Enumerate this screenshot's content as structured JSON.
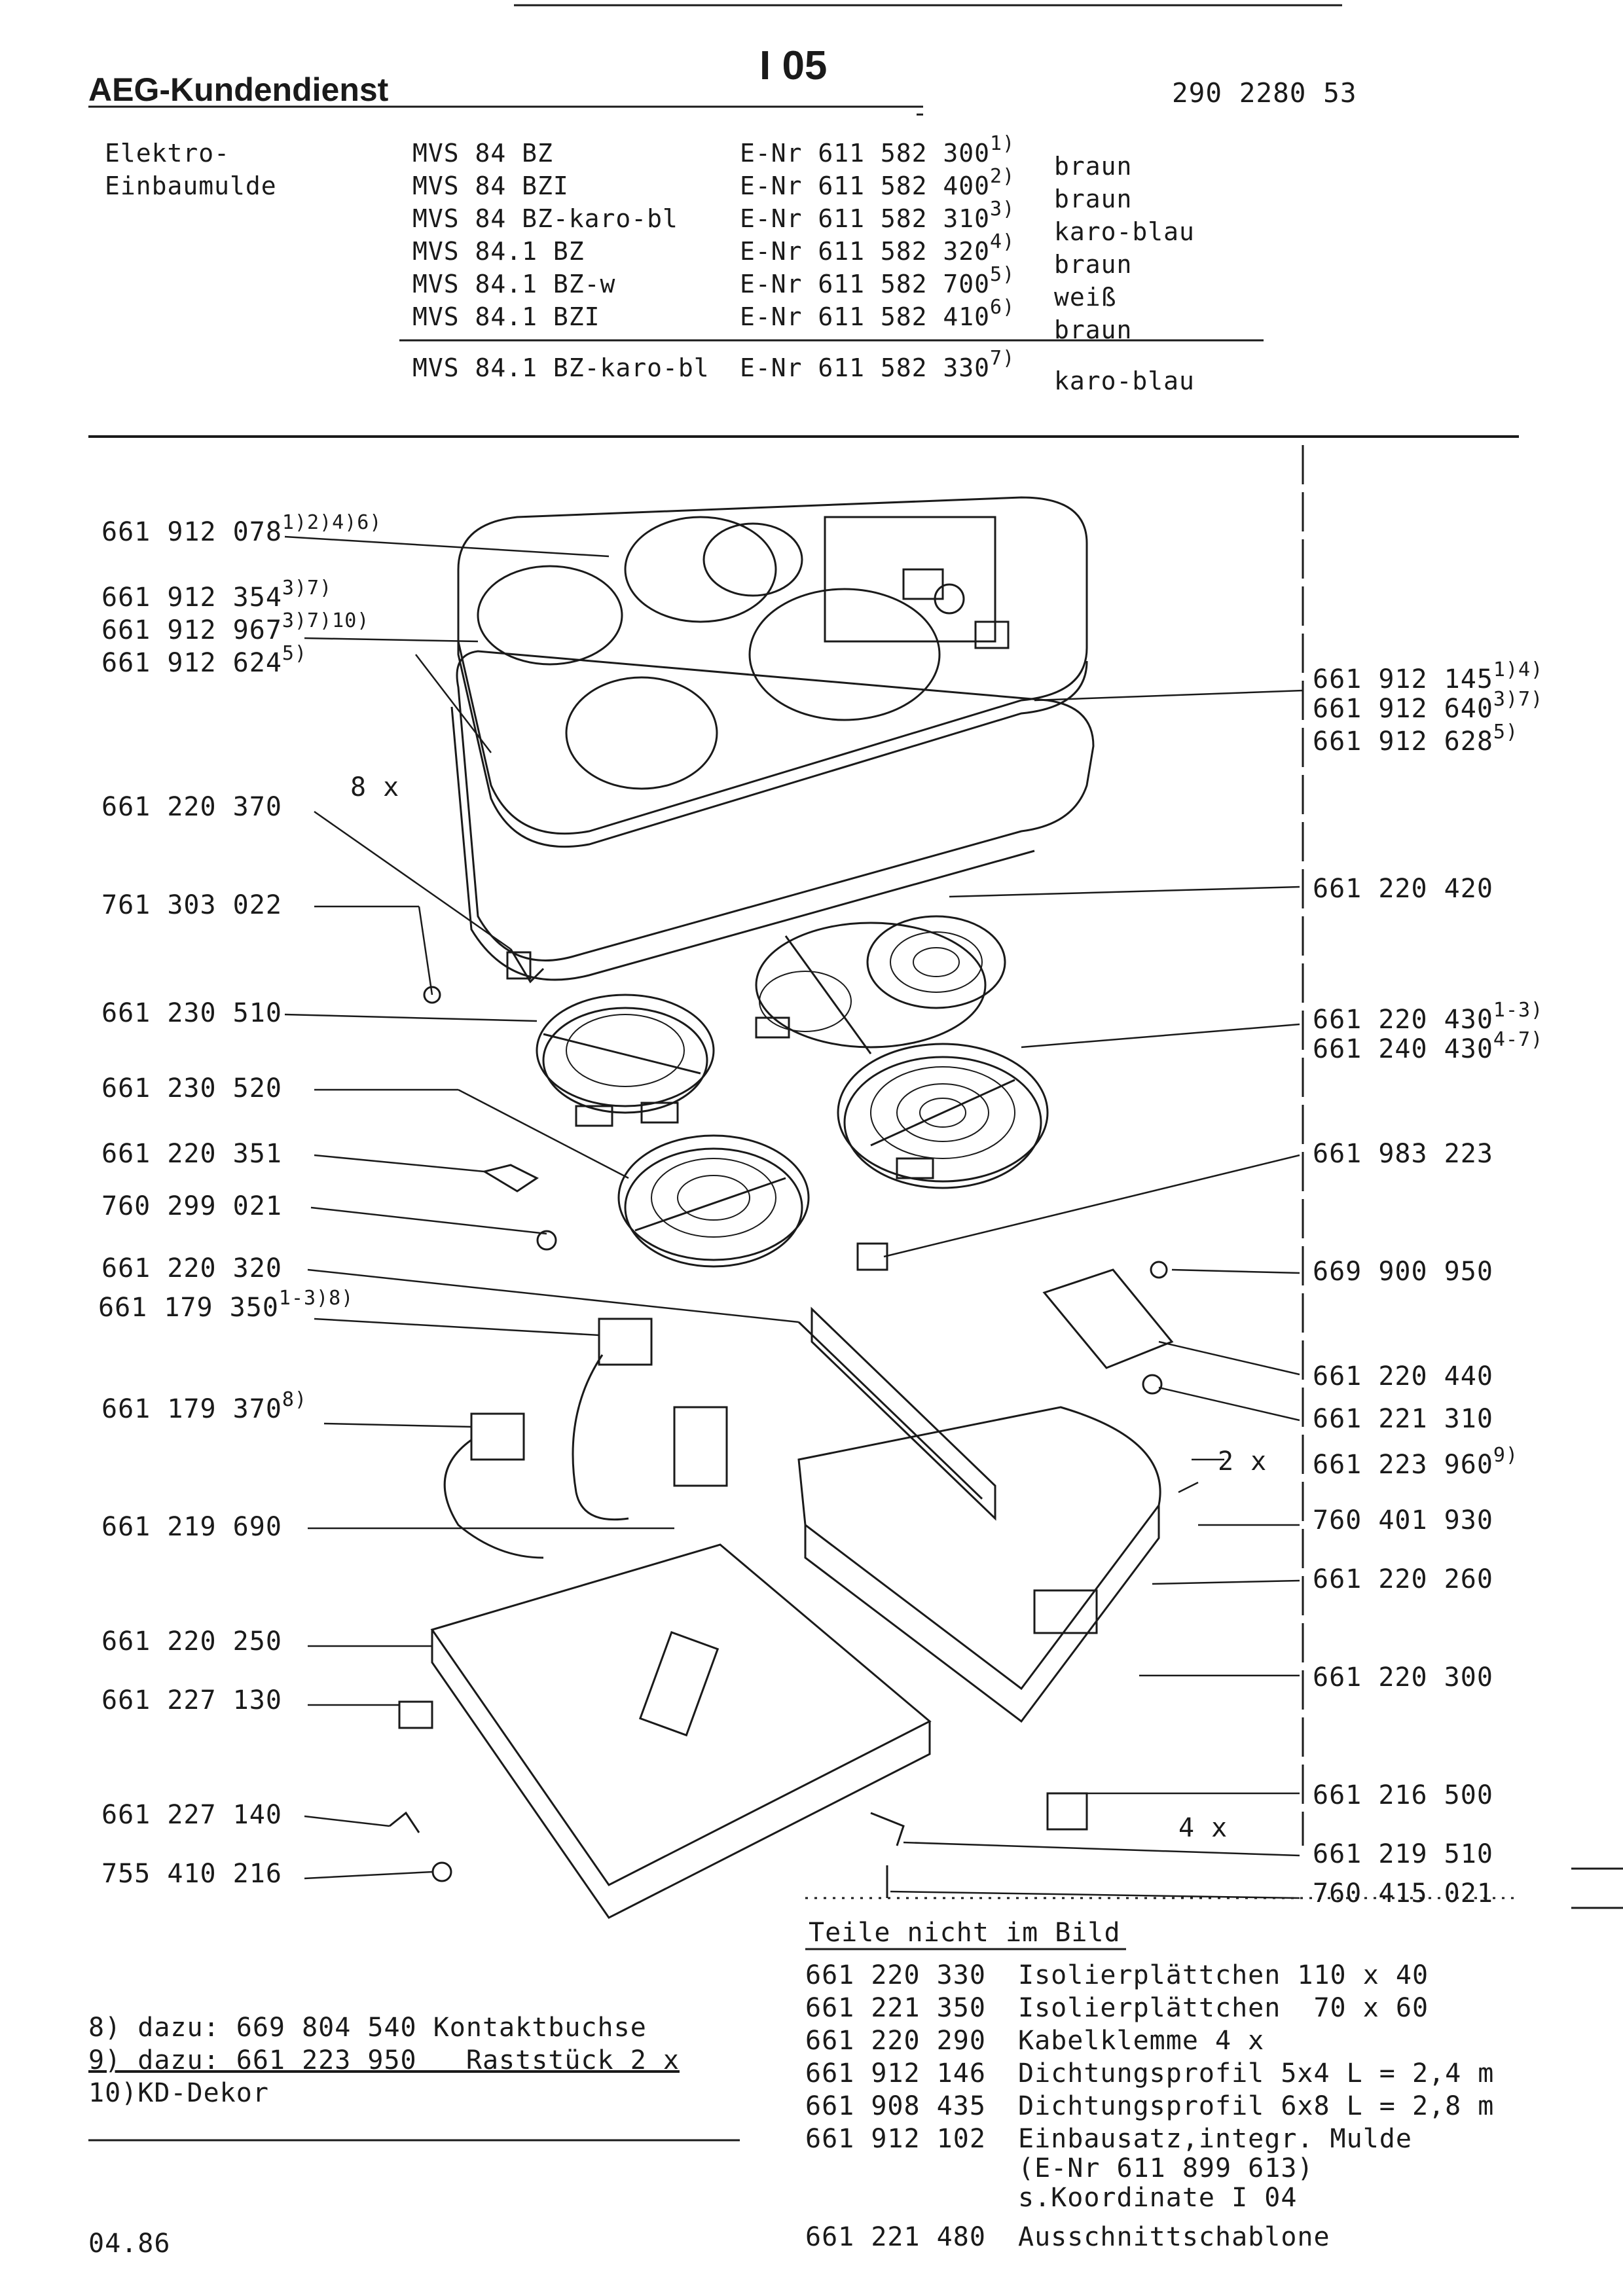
{
  "header": {
    "brand": "AEG-Kundendienst",
    "page_code": "I 05",
    "doc_number": "290 2280 53"
  },
  "product": {
    "type_line1": "Elektro-",
    "type_line2": "Einbaumulde",
    "models": [
      {
        "model": "MVS 84 BZ",
        "enr": "E-Nr 611 582 300",
        "ref": "1)",
        "color": "braun"
      },
      {
        "model": "MVS 84 BZI",
        "enr": "E-Nr 611 582 400",
        "ref": "2)",
        "color": "braun"
      },
      {
        "model": "MVS 84 BZ-karo-bl",
        "enr": "E-Nr 611 582 310",
        "ref": "3)",
        "color": "karo-blau"
      },
      {
        "model": "MVS 84.1 BZ",
        "enr": "E-Nr 611 582 320",
        "ref": "4)",
        "color": "braun"
      },
      {
        "model": "MVS 84.1 BZ-w",
        "enr": "E-Nr 611 582 700",
        "ref": "5)",
        "color": "weiß"
      },
      {
        "model": "MVS 84.1 BZI",
        "enr": "E-Nr 611 582 410",
        "ref": "6)",
        "color": "braun"
      },
      {
        "model": "MVS 84.1 BZ-karo-bl",
        "enr": "E-Nr 611 582 330",
        "ref": "7)",
        "color": "karo-blau"
      }
    ]
  },
  "left_callouts": [
    {
      "code": "661 912 078",
      "ref": "1)2)4)6)"
    },
    {
      "code": "661 912 354",
      "ref": "3)7)"
    },
    {
      "code": "661 912 967",
      "ref": "3)7)10)"
    },
    {
      "code": "661 912 624",
      "ref": "5)"
    },
    {
      "code": "661 220 370",
      "ref": ""
    },
    {
      "code": "761 303 022",
      "ref": ""
    },
    {
      "code": "661 230 510",
      "ref": ""
    },
    {
      "code": "661 230 520",
      "ref": ""
    },
    {
      "code": "661 220 351",
      "ref": ""
    },
    {
      "code": "760 299 021",
      "ref": ""
    },
    {
      "code": "661 220 320",
      "ref": ""
    },
    {
      "code": "661 179 350",
      "ref": "1-3)8)"
    },
    {
      "code": "661 179 370",
      "ref": "8)"
    },
    {
      "code": "661 219 690",
      "ref": ""
    },
    {
      "code": "661 220 250",
      "ref": ""
    },
    {
      "code": "661 227 130",
      "ref": ""
    },
    {
      "code": "661 227 140",
      "ref": ""
    },
    {
      "code": "755 410 216",
      "ref": ""
    }
  ],
  "right_callouts": [
    {
      "code": "661 912 145",
      "ref": "1)4)"
    },
    {
      "code": "661 912 640",
      "ref": "3)7)"
    },
    {
      "code": "661 912 628",
      "ref": "5)"
    },
    {
      "code": "661 220 420",
      "ref": ""
    },
    {
      "code": "661 220 430",
      "ref": "1-3)"
    },
    {
      "code": "661 240 430",
      "ref": "4-7)"
    },
    {
      "code": "661 983 223",
      "ref": ""
    },
    {
      "code": "669 900 950",
      "ref": ""
    },
    {
      "code": "661 220 440",
      "ref": ""
    },
    {
      "code": "661 221 310",
      "ref": ""
    },
    {
      "code": "661 223 960",
      "ref": "9)"
    },
    {
      "code": "760 401 930",
      "ref": ""
    },
    {
      "code": "661 220 260",
      "ref": ""
    },
    {
      "code": "661 220 300",
      "ref": ""
    },
    {
      "code": "661 216 500",
      "ref": ""
    },
    {
      "code": "661 219 510",
      "ref": ""
    },
    {
      "code": "760 415 021",
      "ref": ""
    }
  ],
  "quantities": {
    "clips": "8 x",
    "retainers": "2 x",
    "terminals": "4 x"
  },
  "parts_not_shown": {
    "title": "Teile nicht im Bild",
    "items": [
      {
        "code": "661 220 330",
        "desc": "Isolierplättchen 110 x 40"
      },
      {
        "code": "661 221 350",
        "desc": "Isolierplättchen  70 x 60"
      },
      {
        "code": "661 220 290",
        "desc": "Kabelklemme 4 x"
      },
      {
        "code": "661 912 146",
        "desc": "Dichtungsprofil 5x4 L = 2,4 m"
      },
      {
        "code": "661 908 435",
        "desc": "Dichtungsprofil 6x8 L = 2,8 m"
      },
      {
        "code": "661 912 102",
        "desc": "Einbausatz,integr. Mulde"
      },
      {
        "code": "",
        "desc": "(E-Nr 611 899 613)"
      },
      {
        "code": "",
        "desc": "s.Koordinate I 04"
      },
      {
        "code": "661 221 480",
        "desc": "Ausschnittschablone"
      }
    ]
  },
  "footnotes": {
    "n8": "8) dazu: 669 804 540 Kontaktbuchse",
    "n9": "9) dazu: 661 223 950   Raststück 2 x",
    "n10": "10)KD-Dekor"
  },
  "date": "04.86"
}
